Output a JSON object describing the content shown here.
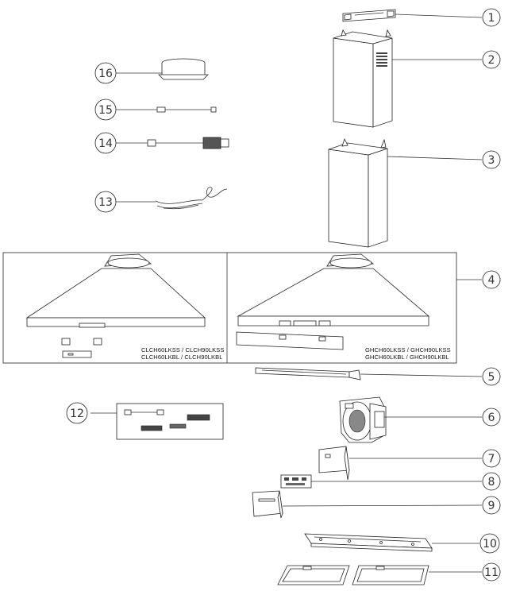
{
  "callouts": [
    "1",
    "2",
    "3",
    "4",
    "5",
    "6",
    "7",
    "8",
    "9",
    "10",
    "11",
    "12",
    "13",
    "14",
    "15",
    "16"
  ],
  "panels": {
    "left_models": [
      "CLCH60LKSS / CLCH90LKSS",
      "CLCH60LKBL / CLCH90LKBL"
    ],
    "right_models": [
      "GHCH60LKSS / GHCH90LKSS",
      "GHCH60LKBL / GHCH90LKBL"
    ]
  },
  "colors": {
    "line": "#333333",
    "fill": "#ffffff",
    "dark": "#222222"
  }
}
